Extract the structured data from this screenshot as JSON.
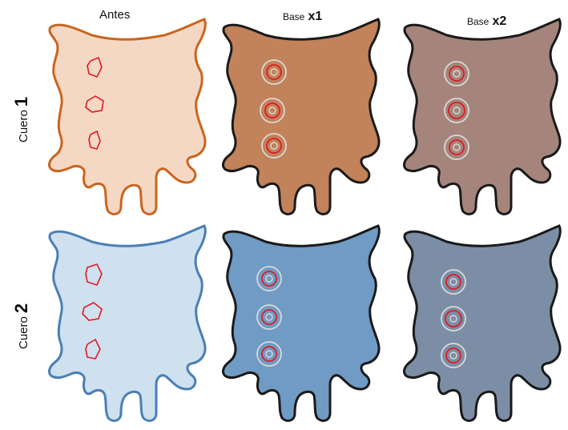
{
  "columns": [
    {
      "label": "Antes",
      "suffix": ""
    },
    {
      "label": "Base",
      "suffix": "x1"
    },
    {
      "label": "Base",
      "suffix": "x2"
    }
  ],
  "rows": [
    {
      "label": "Cuero",
      "number": "1"
    },
    {
      "label": "Cuero",
      "number": "2"
    }
  ],
  "colors": {
    "r1c1_fill": "#f5d8c4",
    "r1c1_stroke": "#c9651f",
    "r1c2_fill": "#c2825a",
    "r1c2_stroke": "#1a1a1a",
    "r1c3_fill": "#a5857b",
    "r1c3_stroke": "#1a1a1a",
    "r2c1_fill": "#cfe0ef",
    "r2c1_stroke": "#4a7fb5",
    "r2c2_fill": "#6f9bc4",
    "r2c2_stroke": "#1a1a1a",
    "r2c3_fill": "#7b8ea6",
    "r2c3_stroke": "#1a1a1a",
    "marker_red": "#e01b24",
    "marker_ring": "#d9d9d9"
  }
}
